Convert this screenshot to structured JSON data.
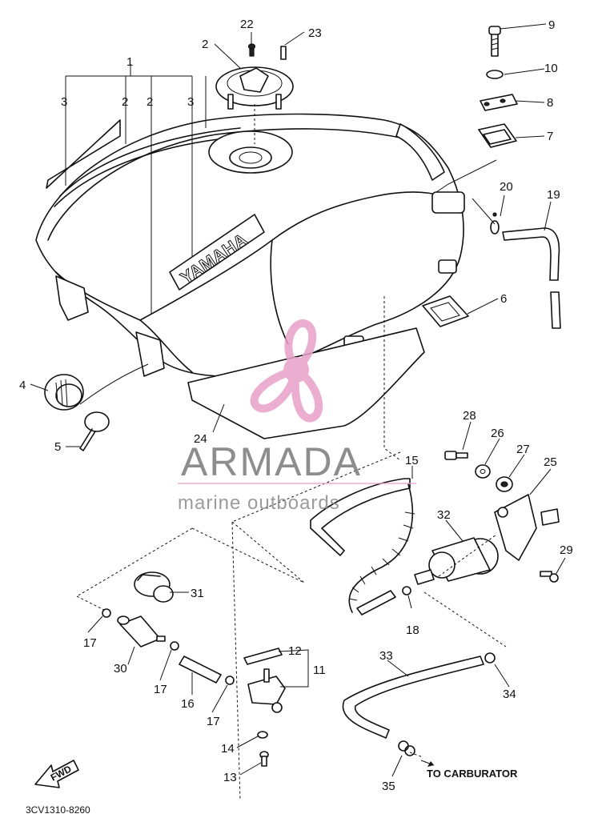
{
  "diagram": {
    "callouts": [
      {
        "id": "c1",
        "text": "1"
      },
      {
        "id": "c2a",
        "text": "2"
      },
      {
        "id": "c2b",
        "text": "2"
      },
      {
        "id": "c2c",
        "text": "2"
      },
      {
        "id": "c3a",
        "text": "3"
      },
      {
        "id": "c3b",
        "text": "3"
      },
      {
        "id": "c4",
        "text": "4"
      },
      {
        "id": "c5",
        "text": "5"
      },
      {
        "id": "c6",
        "text": "6"
      },
      {
        "id": "c7",
        "text": "7"
      },
      {
        "id": "c8",
        "text": "8"
      },
      {
        "id": "c9",
        "text": "9"
      },
      {
        "id": "c10",
        "text": "10"
      },
      {
        "id": "c11",
        "text": "11"
      },
      {
        "id": "c12",
        "text": "12"
      },
      {
        "id": "c13",
        "text": "13"
      },
      {
        "id": "c14",
        "text": "14"
      },
      {
        "id": "c15",
        "text": "15"
      },
      {
        "id": "c16",
        "text": "16"
      },
      {
        "id": "c17a",
        "text": "17"
      },
      {
        "id": "c17b",
        "text": "17"
      },
      {
        "id": "c17c",
        "text": "17"
      },
      {
        "id": "c18",
        "text": "18"
      },
      {
        "id": "c19",
        "text": "19"
      },
      {
        "id": "c20",
        "text": "20"
      },
      {
        "id": "c22",
        "text": "22"
      },
      {
        "id": "c23",
        "text": "23"
      },
      {
        "id": "c24",
        "text": "24"
      },
      {
        "id": "c25",
        "text": "25"
      },
      {
        "id": "c26",
        "text": "26"
      },
      {
        "id": "c27",
        "text": "27"
      },
      {
        "id": "c28",
        "text": "28"
      },
      {
        "id": "c29",
        "text": "29"
      },
      {
        "id": "c30",
        "text": "30"
      },
      {
        "id": "c31",
        "text": "31"
      },
      {
        "id": "c32",
        "text": "32"
      },
      {
        "id": "c33",
        "text": "33"
      },
      {
        "id": "c34",
        "text": "34"
      },
      {
        "id": "c35",
        "text": "35"
      }
    ],
    "tank_lettering": "YAMAHA",
    "fwd_label": "FWD",
    "carburetor_note": "TO CARBURATOR",
    "part_code": "3CV1310-8260"
  },
  "watermark": {
    "name": "ARMADA",
    "tagline": "marine outboards",
    "accent_color": "#e8a0c8",
    "text_color": "#7a7a7a"
  }
}
